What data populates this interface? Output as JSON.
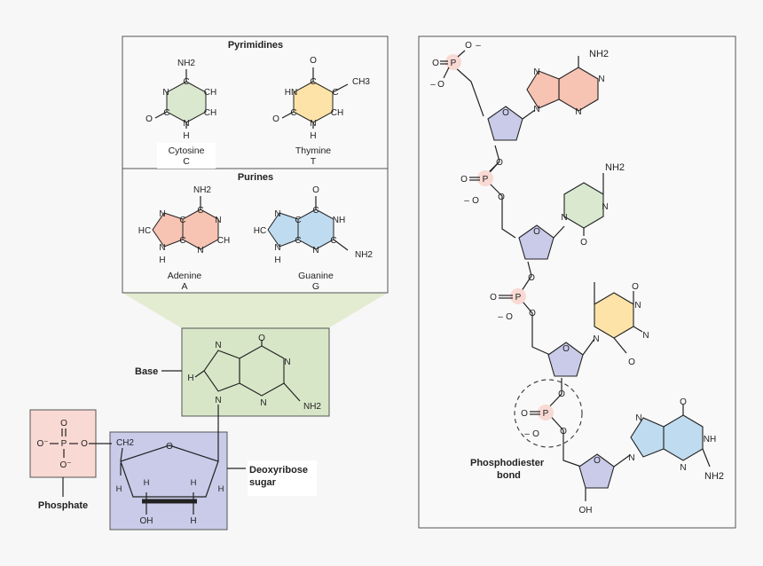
{
  "panels": {
    "pyrimidines_title": "Pyrimidines",
    "purines_title": "Purines"
  },
  "bases": {
    "cytosine": {
      "name": "Cytosine",
      "letter": "C"
    },
    "thymine": {
      "name": "Thymine",
      "letter": "T"
    },
    "adenine": {
      "name": "Adenine",
      "letter": "A"
    },
    "guanine": {
      "name": "Guanine",
      "letter": "G"
    }
  },
  "labels": {
    "base": "Base",
    "deoxyribose_line1": "Deoxyribose",
    "deoxyribose_line2": "sugar",
    "phosphate": "Phosphate",
    "phosphodiester_line1": "Phosphodiester",
    "phosphodiester_line2": "bond"
  },
  "atoms": {
    "N": "N",
    "C": "C",
    "O": "O",
    "H": "H",
    "P": "P",
    "NH2": "NH2",
    "CH": "CH",
    "HC": "HC",
    "NH": "NH",
    "HN": "HN",
    "CH3": "CH3",
    "CH2": "CH2",
    "OH": "OH",
    "Ominus": "O⁻",
    "minus": "–"
  },
  "colors": {
    "pyrimidine_c": "#d9e8cf",
    "pyrimidine_t": "#fde3a7",
    "purine_a": "#f7c3b3",
    "purine_g": "#bfdbef",
    "phosphate": "#f9d9d3",
    "sugar": "#c9cbe9",
    "base_box": "#d7e6c7",
    "zoom": "#e3ebd1"
  }
}
